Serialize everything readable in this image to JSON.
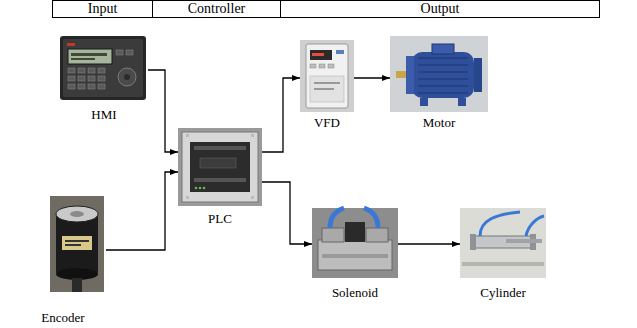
{
  "diagram": {
    "nodes": [
      {
        "text": [
          "HMI"
        ]
      },
      {
        "text": [
          "Encoder"
        ]
      },
      {
        "text": [
          "PLC"
        ]
      },
      {
        "text": [
          "VFD"
        ]
      },
      {
        "text": [
          "Motor"
        ]
      },
      {
        "text": [
          "Solenoid"
        ]
      },
      {
        "text": [
          "Cylinder"
        ]
      }
    ],
    "edges": [
      {
        "from": 0,
        "to": 2,
        "arrow": "to"
      },
      {
        "from": 1,
        "to": 2,
        "arrow": "to"
      },
      {
        "from": 2,
        "to": 3,
        "arrow": "to"
      },
      {
        "from": 3,
        "to": 4,
        "arrow": "to"
      },
      {
        "from": 2,
        "to": 5,
        "arrow": "to"
      },
      {
        "from": 5,
        "to": 6,
        "arrow": "to"
      }
    ],
    "labels": [
      "Input",
      "Controller",
      "Output"
    ]
  }
}
